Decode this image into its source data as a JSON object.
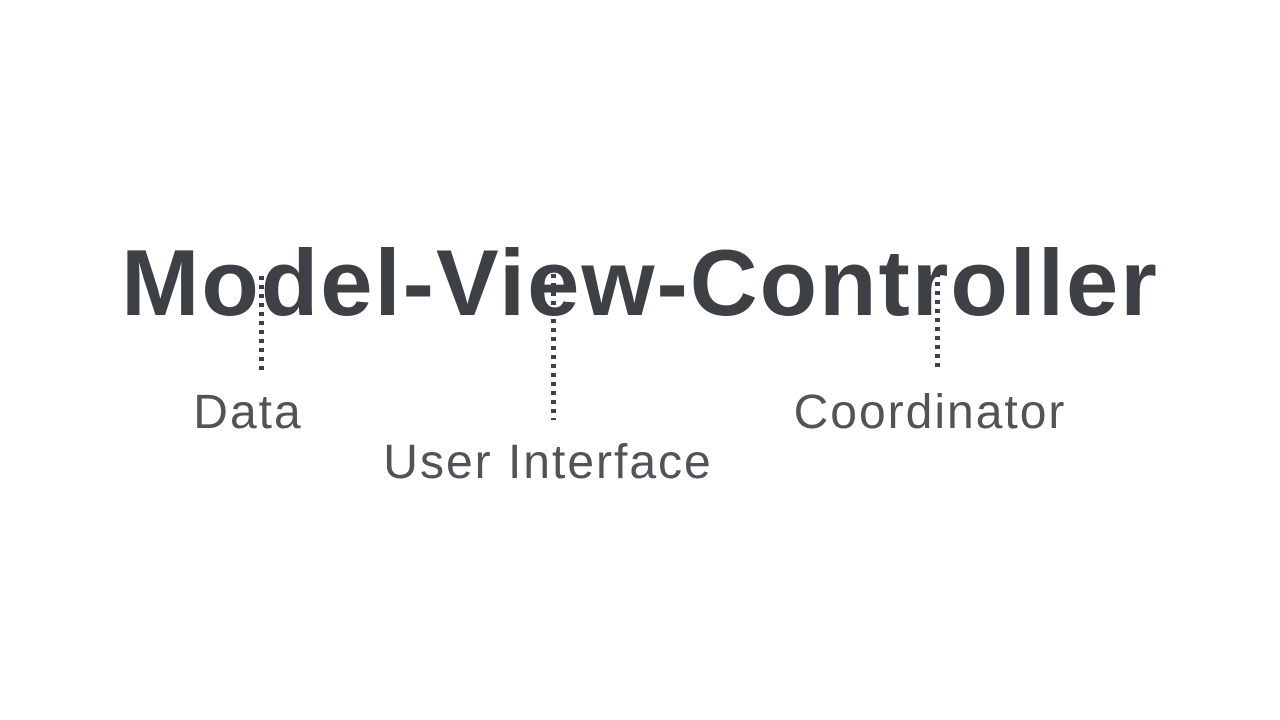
{
  "title": {
    "text": "Model-View-Controller"
  },
  "diagram": {
    "items": [
      {
        "term": "Model",
        "label": "Data"
      },
      {
        "term": "View",
        "label": "User Interface"
      },
      {
        "term": "Controller",
        "label": "Coordinator"
      }
    ]
  },
  "colors": {
    "background": "#ffffff",
    "title_text": "#3d4145",
    "label_text": "#515359",
    "connector": "#3e4247"
  }
}
